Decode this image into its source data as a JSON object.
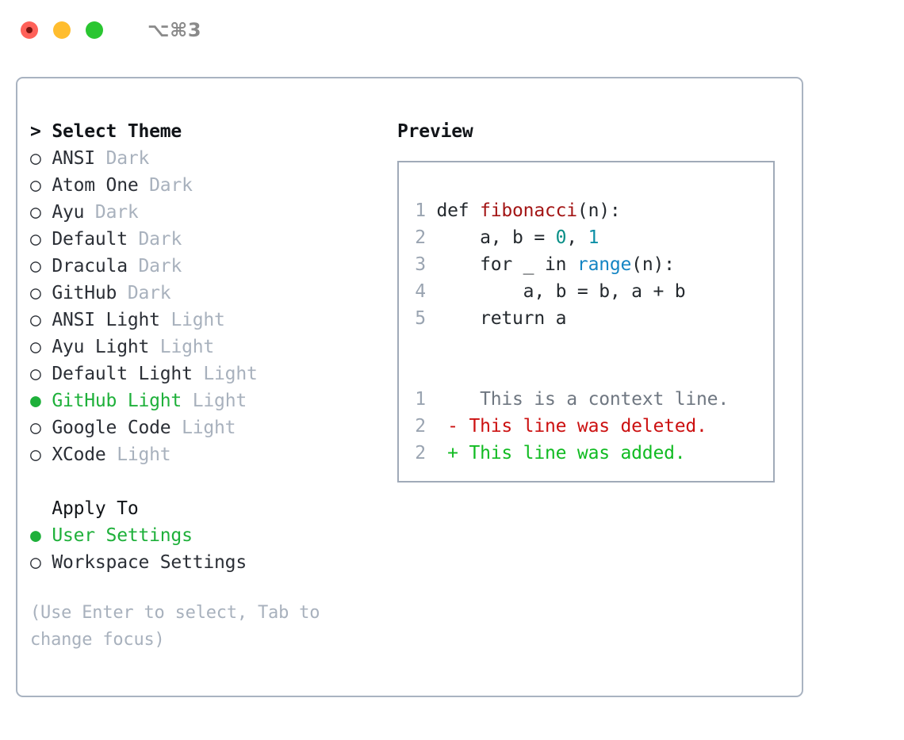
{
  "titlebar": {
    "shortcut": "⌥⌘3",
    "buttons": [
      {
        "name": "close",
        "color": "#ff6159"
      },
      {
        "name": "minimize",
        "color": "#ffbd2e"
      },
      {
        "name": "maximize",
        "color": "#2ac631"
      }
    ]
  },
  "colors": {
    "panel_border": "#a9b3c1",
    "preview_border": "#a0aab8",
    "selected_green": "#1eb03a",
    "muted_gray": "#a8b1bd",
    "text": "#2b2f36",
    "heading": "#111418",
    "diff_add": "#11bb22",
    "diff_del": "#cc1111",
    "diff_ctx": "#6f7781",
    "syntax_function": "#a31515",
    "syntax_number": "#0a8f87",
    "syntax_call": "#1485c4",
    "lineno": "#9aa4b1"
  },
  "theme_list": {
    "header_prefix": ">",
    "header": "Select Theme",
    "items": [
      {
        "marker": "○",
        "label": "ANSI",
        "tag": "Dark",
        "selected": false
      },
      {
        "marker": "○",
        "label": "Atom One",
        "tag": "Dark",
        "selected": false
      },
      {
        "marker": "○",
        "label": "Ayu",
        "tag": "Dark",
        "selected": false
      },
      {
        "marker": "○",
        "label": "Default",
        "tag": "Dark",
        "selected": false
      },
      {
        "marker": "○",
        "label": "Dracula",
        "tag": "Dark",
        "selected": false
      },
      {
        "marker": "○",
        "label": "GitHub",
        "tag": "Dark",
        "selected": false
      },
      {
        "marker": "○",
        "label": "ANSI Light",
        "tag": "Light",
        "selected": false
      },
      {
        "marker": "○",
        "label": "Ayu Light",
        "tag": "Light",
        "selected": false
      },
      {
        "marker": "○",
        "label": "Default Light",
        "tag": "Light",
        "selected": false
      },
      {
        "marker": "●",
        "label": "GitHub Light",
        "tag": "Light",
        "selected": true
      },
      {
        "marker": "○",
        "label": "Google Code",
        "tag": "Light",
        "selected": false
      },
      {
        "marker": "○",
        "label": "XCode",
        "tag": "Light",
        "selected": false
      }
    ]
  },
  "apply_to": {
    "header": "Apply To",
    "items": [
      {
        "marker": "●",
        "label": "User Settings",
        "selected": true
      },
      {
        "marker": "○",
        "label": "Workspace Settings",
        "selected": false
      }
    ]
  },
  "hint": "(Use Enter to select, Tab to change focus)",
  "preview": {
    "title": "Preview",
    "code_lines": [
      {
        "lineno": "1",
        "segments": [
          {
            "text": "def ",
            "style": "plain"
          },
          {
            "text": "fibonacci",
            "style": "fn"
          },
          {
            "text": "(n):",
            "style": "plain"
          }
        ]
      },
      {
        "lineno": "2",
        "segments": [
          {
            "text": "    a, b = ",
            "style": "plain"
          },
          {
            "text": "0",
            "style": "num"
          },
          {
            "text": ", ",
            "style": "plain"
          },
          {
            "text": "1",
            "style": "num2"
          }
        ]
      },
      {
        "lineno": "3",
        "segments": [
          {
            "text": "    for _ in ",
            "style": "plain"
          },
          {
            "text": "range",
            "style": "call"
          },
          {
            "text": "(n):",
            "style": "plain"
          }
        ]
      },
      {
        "lineno": "4",
        "segments": [
          {
            "text": "        a, b = b, a + b",
            "style": "plain"
          }
        ]
      },
      {
        "lineno": "5",
        "segments": [
          {
            "text": "    return a",
            "style": "plain"
          }
        ]
      }
    ],
    "diff_lines": [
      {
        "lineno": "1",
        "sign": " ",
        "text": "  This is a context line.",
        "kind": "ctx"
      },
      {
        "lineno": "2",
        "sign": "-",
        "text": " This line was deleted.",
        "kind": "del"
      },
      {
        "lineno": "2",
        "sign": "+",
        "text": " This line was added.",
        "kind": "add"
      }
    ]
  }
}
